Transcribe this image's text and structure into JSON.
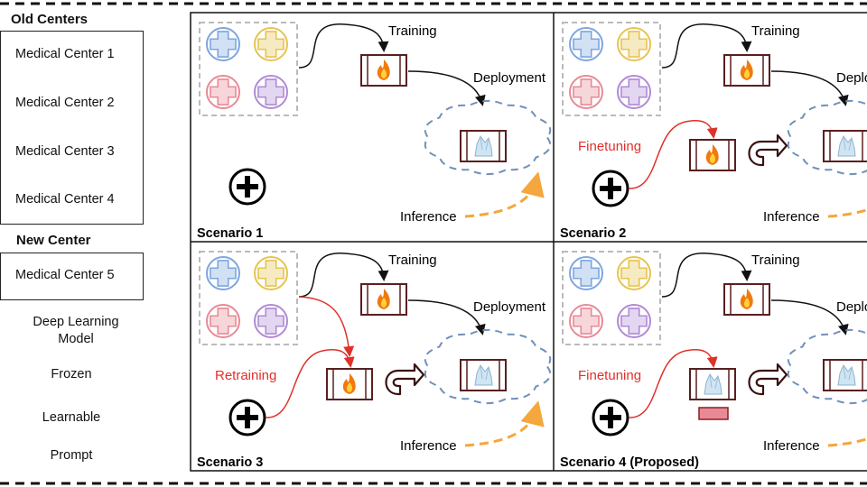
{
  "legend": {
    "old_heading": "Old Centers",
    "old_centers": [
      "Medical Center 1",
      "Medical Center 2",
      "Medical Center 3",
      "Medical Center 4"
    ],
    "new_heading": "New Center",
    "new_center": "Medical Center 5",
    "items": [
      "Deep Learning Model",
      "Frozen",
      "Learnable",
      "Prompt"
    ]
  },
  "center_colors": {
    "c1": "#7ea6e0",
    "c2": "#e6c450",
    "c3": "#e88a96",
    "c4": "#b08ad6",
    "new": "#000000"
  },
  "arrow_colors": {
    "black": "#111111",
    "red": "#e0302a",
    "orange": "#f5a63c",
    "dash_cloud": "#7090b8"
  },
  "panels": [
    {
      "title": "Scenario 1",
      "training": "Training",
      "deployment": "Deployment",
      "inference": "Inference",
      "update_label": ""
    },
    {
      "title": "Scenario 2",
      "training": "Training",
      "deployment": "Deployment",
      "inference": "Inference",
      "update_label": "Finetuning"
    },
    {
      "title": "Scenario 3",
      "training": "Training",
      "deployment": "Deployment",
      "inference": "Inference",
      "update_label": "Retraining"
    },
    {
      "title": "Scenario 4 (Proposed)",
      "training": "Training",
      "deployment": "Deployment",
      "inference": "Inference",
      "update_label": "Finetuning"
    }
  ]
}
